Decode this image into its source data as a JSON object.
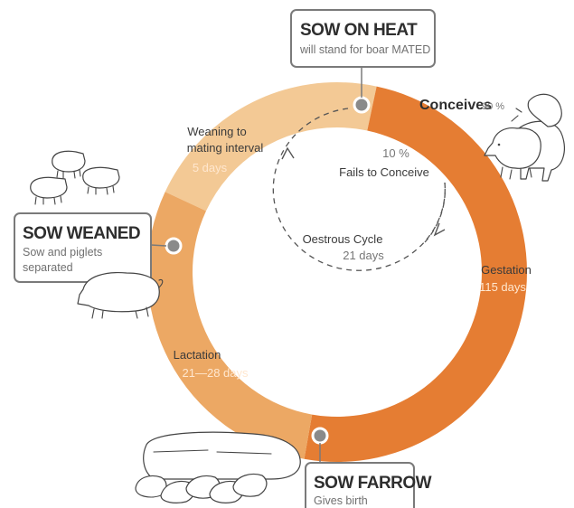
{
  "colors": {
    "weaning_segment": "#f3c995",
    "lactation_segment": "#eca864",
    "gestation_segment": "#e57d33",
    "marker_fill": "#8a8a8a",
    "box_border": "#7a7a7a",
    "dashed_cycle": "#555555"
  },
  "stages": {
    "sow_on_heat": {
      "title": "SOW ON HEAT",
      "subtitle": "will stand for boar MATED"
    },
    "sow_weaned": {
      "title": "SOW WEANED",
      "subtitle_line1": "Sow and piglets",
      "subtitle_line2": "separated"
    },
    "sow_farrow": {
      "title": "SOW FARROW",
      "subtitle": "Gives birth"
    }
  },
  "segments": {
    "weaning": {
      "label_line1": "Weaning to",
      "label_line2": "mating interval",
      "duration": "5 days"
    },
    "gestation": {
      "label": "Gestation",
      "duration": "115 days"
    },
    "lactation": {
      "label": "Lactation",
      "duration": "21—28 days"
    }
  },
  "conceives": {
    "label": "Conceives",
    "percent": "90 %"
  },
  "fails": {
    "percent": "10 %",
    "label": "Fails to Conceive"
  },
  "oestrous": {
    "label": "Oestrous Cycle",
    "duration": "21 days"
  },
  "icons": [
    "mating-pigs-icon",
    "piglets-icon",
    "sow-icon",
    "nursing-sow-icon"
  ]
}
